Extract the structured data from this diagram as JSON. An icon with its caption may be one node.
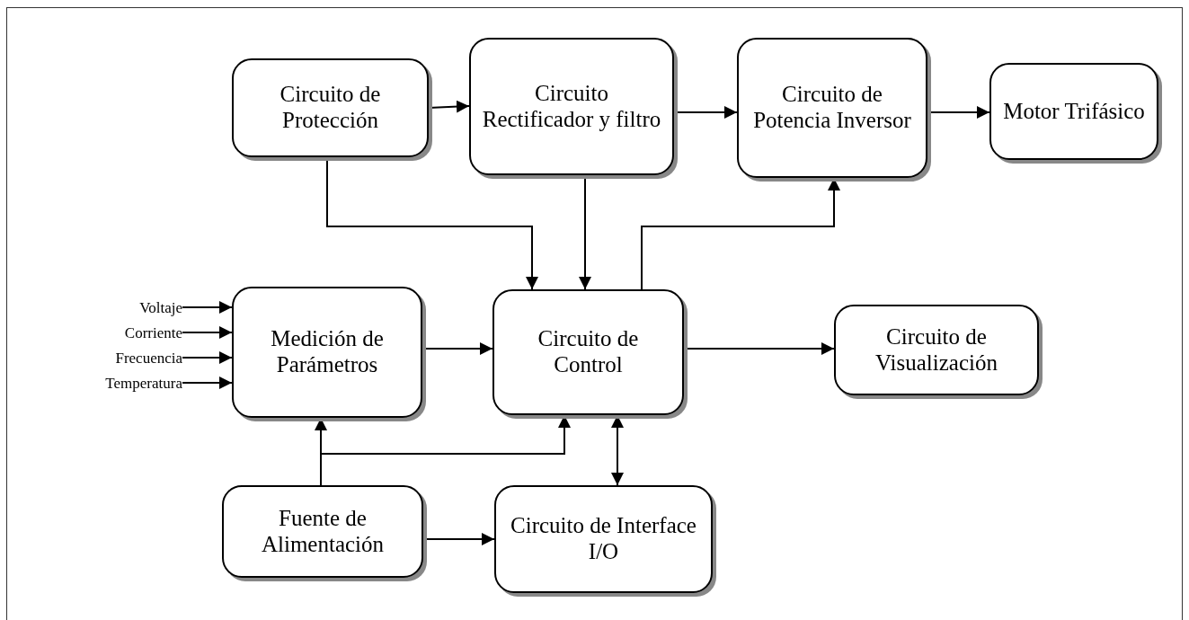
{
  "diagram": {
    "nodes": [
      {
        "text": [
          "Circuito de Protección"
        ]
      },
      {
        "text": [
          "Circuito Rectificador y filtro"
        ]
      },
      {
        "text": [
          "Circuito de Potencia Inversor"
        ]
      },
      {
        "text": [
          "Motor Trifásico"
        ]
      },
      {
        "text": [
          "Voltaje"
        ]
      },
      {
        "text": [
          "Corriente"
        ]
      },
      {
        "text": [
          "Frecuencia"
        ]
      },
      {
        "text": [
          "Temperatura"
        ]
      },
      {
        "text": [
          "Medición de Parámetros"
        ]
      },
      {
        "text": [
          "Circuito de Control"
        ]
      },
      {
        "text": [
          "Circuito de Visualización"
        ]
      },
      {
        "text": [
          "Fuente de Alimentación"
        ]
      },
      {
        "text": [
          "Circuito de Interface I/O"
        ]
      }
    ],
    "edges": [
      {
        "from": 0,
        "to": 1,
        "arrow": "to"
      },
      {
        "from": 1,
        "to": 2,
        "arrow": "to"
      },
      {
        "from": 2,
        "to": 3,
        "arrow": "to"
      },
      {
        "from": 0,
        "to": 9,
        "arrow": "to"
      },
      {
        "from": 1,
        "to": 9,
        "arrow": "to"
      },
      {
        "from": 9,
        "to": 2,
        "arrow": "to"
      },
      {
        "from": 4,
        "to": 8,
        "arrow": "to"
      },
      {
        "from": 5,
        "to": 8,
        "arrow": "to"
      },
      {
        "from": 6,
        "to": 8,
        "arrow": "to"
      },
      {
        "from": 7,
        "to": 8,
        "arrow": "to"
      },
      {
        "from": 8,
        "to": 9,
        "arrow": "to"
      },
      {
        "from": 9,
        "to": 10,
        "arrow": "to"
      },
      {
        "from": 11,
        "to": 8,
        "arrow": "to"
      },
      {
        "from": 11,
        "to": 9,
        "arrow": "to"
      },
      {
        "from": 9,
        "to": 12,
        "arrow": "both"
      },
      {
        "from": 11,
        "to": 12,
        "arrow": "to"
      }
    ]
  }
}
